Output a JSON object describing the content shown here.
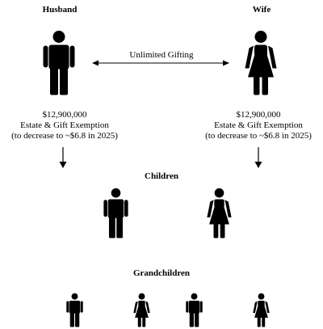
{
  "labels": {
    "husband": "Husband",
    "wife": "Wife",
    "gifting": "Unlimited Gifting",
    "children": "Children",
    "grandchildren": "Grandchildren"
  },
  "exemption_left": {
    "line1": "$12,900,000",
    "line2": "Estate & Gift Exemption",
    "line3": "(to decrease to ~$6.8 in 2025)"
  },
  "exemption_right": {
    "line1": "$12,900,000",
    "line2": "Estate & Gift Exemption",
    "line3": "(to decrease to ~$6.8 in 2025)"
  },
  "icons": {
    "male": "male-person-icon",
    "female": "female-person-icon"
  },
  "colors": {
    "ink": "#000000",
    "background": "#ffffff"
  }
}
